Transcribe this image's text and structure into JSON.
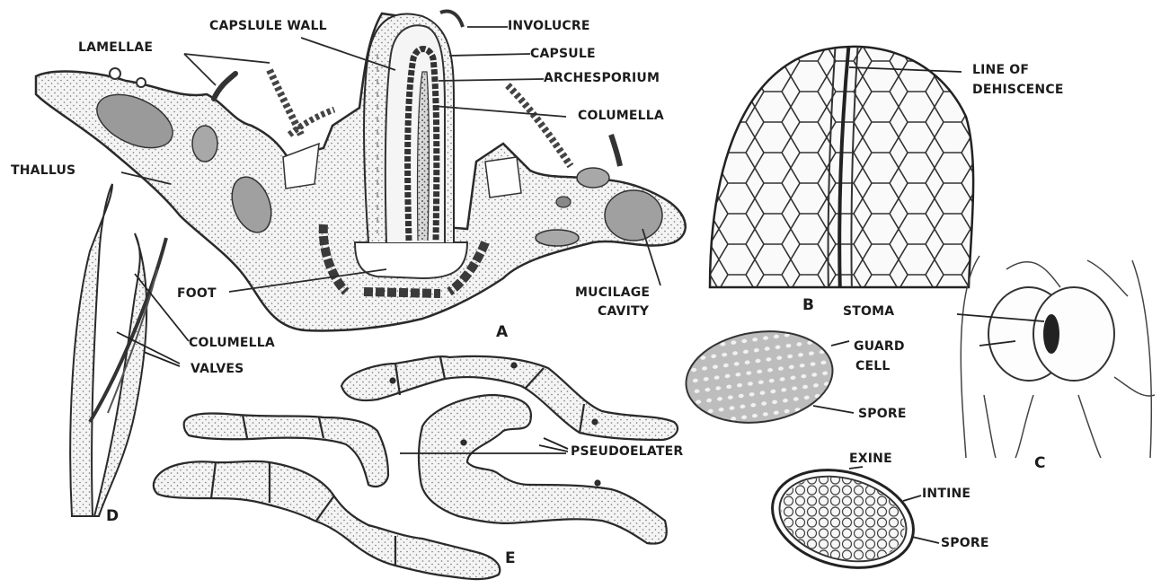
{
  "colors": {
    "ink": "#2a2a2a",
    "stipple": "#e6e6e6",
    "dark_band": "#4a4a4a",
    "background": "#ffffff"
  },
  "labels": {
    "capsule_wall": "CAPSLULE WALL",
    "involucre": "INVOLUCRE",
    "lamellae": "LAMELLAE",
    "capsule": "CAPSULE",
    "archesporium": "ARCHESPORIUM",
    "columella_a": "COLUMELLA",
    "line_of": "LINE OF",
    "dehiscence": "DEHISCENCE",
    "thallus": "THALLUS",
    "foot": "FOOT",
    "mucilage": "MUCILAGE",
    "cavity": "CAVITY",
    "fig_a": "A",
    "fig_b": "B",
    "stoma": "STOMA",
    "columella_d": "COLUMELLA",
    "valves": "VALVES",
    "guard": "GUARD",
    "cell": "CELL",
    "spore_top": "SPORE",
    "pseudoelater": "PSEUDOELATER",
    "fig_c": "C",
    "exine": "EXINE",
    "intine": "INTINE",
    "spore_bottom": "SPORE",
    "fig_d": "D",
    "fig_e": "E"
  }
}
